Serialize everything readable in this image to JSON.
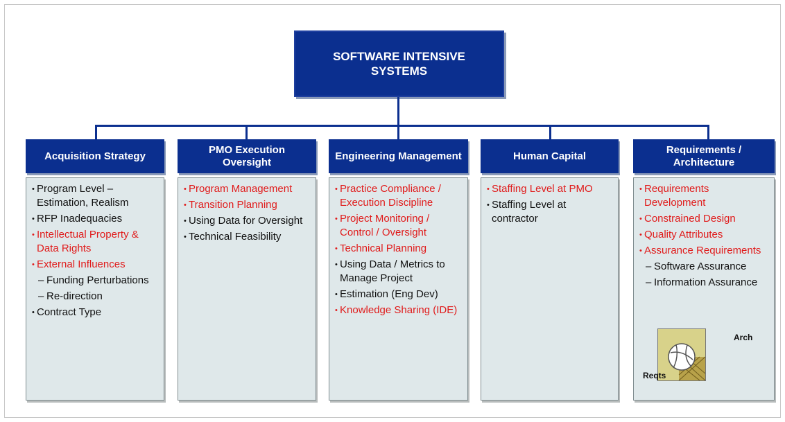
{
  "title": "SOFTWARE INTENSIVE SYSTEMS",
  "columns": [
    {
      "header": "Acquisition Strategy",
      "items": [
        {
          "text": "Program Level – Estimation, Realism",
          "style": "black",
          "level": 1
        },
        {
          "text": "RFP Inadequacies",
          "style": "black",
          "level": 1
        },
        {
          "text": "Intellectual Property & Data Rights",
          "style": "red",
          "level": 1
        },
        {
          "text": "External Influences",
          "style": "red",
          "level": 1
        },
        {
          "text": "Funding Perturbations",
          "style": "black",
          "level": 2
        },
        {
          "text": "Re-direction",
          "style": "black",
          "level": 2
        },
        {
          "text": "Contract Type",
          "style": "black",
          "level": 1
        }
      ]
    },
    {
      "header": "PMO Execution Oversight",
      "items": [
        {
          "text": "Program Management",
          "style": "red",
          "level": 1
        },
        {
          "text": "Transition Planning",
          "style": "red",
          "level": 1
        },
        {
          "text": "Using Data for Oversight",
          "style": "black",
          "level": 1
        },
        {
          "text": "Technical Feasibility",
          "style": "black",
          "level": 1
        }
      ]
    },
    {
      "header": "Engineering Management",
      "items": [
        {
          "text": "Practice Compliance / Execution Discipline",
          "style": "red",
          "level": 1
        },
        {
          "text": "Project Monitoring / Control / Oversight",
          "style": "red",
          "level": 1
        },
        {
          "text": "Technical Planning",
          "style": "red",
          "level": 1
        },
        {
          "text": "Using Data / Metrics to Manage Project",
          "style": "black",
          "level": 1
        },
        {
          "text": "Estimation (Eng Dev)",
          "style": "black",
          "level": 1
        },
        {
          "text": "Knowledge Sharing (IDE)",
          "style": "red",
          "level": 1
        }
      ]
    },
    {
      "header": "Human Capital",
      "items": [
        {
          "text": "Staffing Level at PMO",
          "style": "red",
          "level": 1
        },
        {
          "text": "Staffing Level at contractor",
          "style": "black",
          "level": 1
        }
      ]
    },
    {
      "header": "Requirements / Architecture",
      "items": [
        {
          "text": "Requirements Development",
          "style": "red",
          "level": 1
        },
        {
          "text": "Constrained Design",
          "style": "red",
          "level": 1
        },
        {
          "text": "Quality Attributes",
          "style": "red",
          "level": 1
        },
        {
          "text": "Assurance Requirements",
          "style": "red",
          "level": 1
        },
        {
          "text": "Software Assurance",
          "style": "black",
          "level": 2
        },
        {
          "text": "Information Assurance",
          "style": "black",
          "level": 2
        }
      ]
    }
  ],
  "image_labels": {
    "arch": "Arch",
    "reqts": "Reqts"
  },
  "colors": {
    "box_fill": "#0b2f8f",
    "body_fill": "#dfe8ea",
    "highlight_text": "#e01b1b",
    "normal_text": "#111111"
  },
  "image_icon": "volleyball-net-icon"
}
